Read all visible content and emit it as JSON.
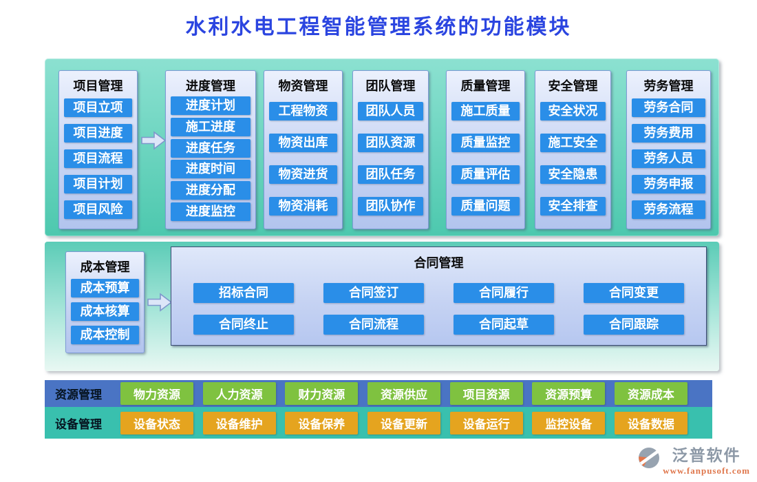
{
  "title": "水利水电工程智能管理系统的功能模块",
  "top_section": {
    "columns": [
      {
        "header": "项目管理",
        "items": [
          "项目立项",
          "项目进度",
          "项目流程",
          "项目计划",
          "项目风险"
        ]
      },
      {
        "header": "进度管理",
        "items": [
          "进度计划",
          "施工进度",
          "进度任务",
          "进度时间",
          "进度分配",
          "进度监控"
        ]
      },
      {
        "header": "物资管理",
        "items": [
          "工程物资",
          "物资出库",
          "物资进货",
          "物资消耗"
        ]
      },
      {
        "header": "团队管理",
        "items": [
          "团队人员",
          "团队资源",
          "团队任务",
          "团队协作"
        ]
      },
      {
        "header": "质量管理",
        "items": [
          "施工质量",
          "质量监控",
          "质量评估",
          "质量问题"
        ]
      },
      {
        "header": "安全管理",
        "items": [
          "安全状况",
          "施工安全",
          "安全隐患",
          "安全排查"
        ]
      },
      {
        "header": "劳务管理",
        "items": [
          "劳务合同",
          "劳务费用",
          "劳务人员",
          "劳务申报",
          "劳务流程"
        ]
      }
    ]
  },
  "middle_section": {
    "cost": {
      "header": "成本管理",
      "items": [
        "成本预算",
        "成本核算",
        "成本控制"
      ]
    },
    "contract": {
      "header": "合同管理",
      "items": [
        "招标合同",
        "合同签订",
        "合同履行",
        "合同变更",
        "合同终止",
        "合同流程",
        "合同起草",
        "合同跟踪"
      ]
    }
  },
  "bottom_rows": [
    {
      "label": "资源管理",
      "row_color": "#4a74c4",
      "button_color": "#7fc240",
      "items": [
        "物力资源",
        "人力资源",
        "财力资源",
        "资源供应",
        "项目资源",
        "资源预算",
        "资源成本"
      ]
    },
    {
      "label": "设备管理",
      "row_color": "#39c0ae",
      "button_color": "#e5a41f",
      "items": [
        "设备状态",
        "设备维护",
        "设备保养",
        "设备更新",
        "设备运行",
        "监控设备",
        "设备数据"
      ]
    }
  ],
  "footer": {
    "brand": "泛普软件",
    "url": "www.fanpusoft.com"
  },
  "icons": {
    "arrow": "arrow-right-icon",
    "logo": "fanpu-logo-icon"
  },
  "colors": {
    "title": "#2b45e0",
    "module_button": "#2a8ee8",
    "teal_panel_top": "#8ce1d1",
    "teal_panel_bottom": "#4dc8ae",
    "mid_panel_top": "#5cccb7",
    "mid_panel_bottom": "#e9f8f3"
  }
}
